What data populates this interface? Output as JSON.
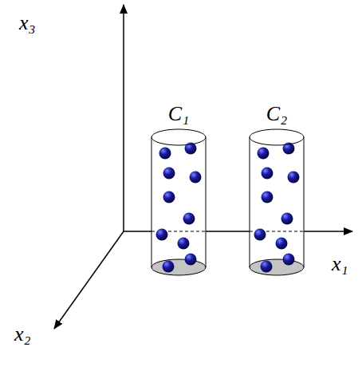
{
  "diagram": {
    "nodes": [
      {
        "text": [
          "C₁"
        ]
      },
      {
        "text": [
          "C₂"
        ]
      }
    ],
    "labels": [
      "x₃",
      "x₁",
      "x₂"
    ]
  }
}
